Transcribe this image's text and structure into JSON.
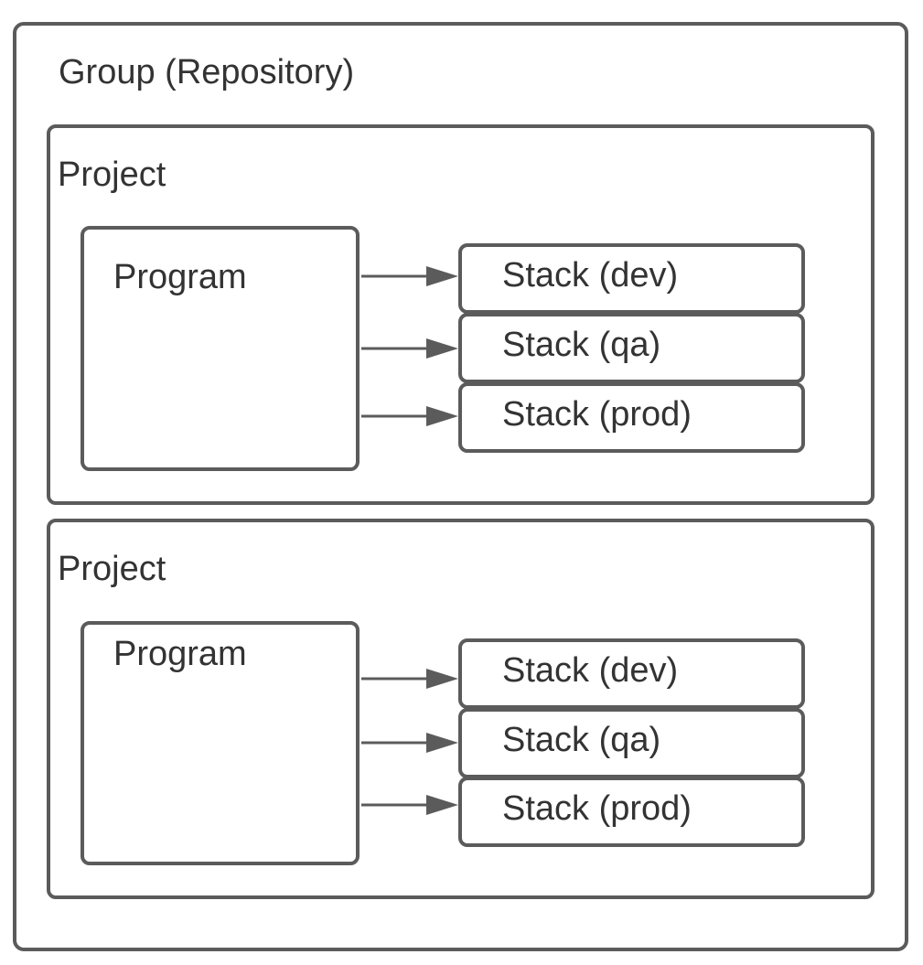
{
  "group": {
    "title": "Group (Repository)"
  },
  "projects": [
    {
      "title": "Project",
      "program": "Program",
      "stacks": [
        "Stack (dev)",
        "Stack (qa)",
        "Stack (prod)"
      ]
    },
    {
      "title": "Project",
      "program": "Program",
      "stacks": [
        "Stack (dev)",
        "Stack (qa)",
        "Stack (prod)"
      ]
    }
  ],
  "colors": {
    "stroke": "#5b5b5b",
    "text": "#333333",
    "background": "#ffffff"
  }
}
